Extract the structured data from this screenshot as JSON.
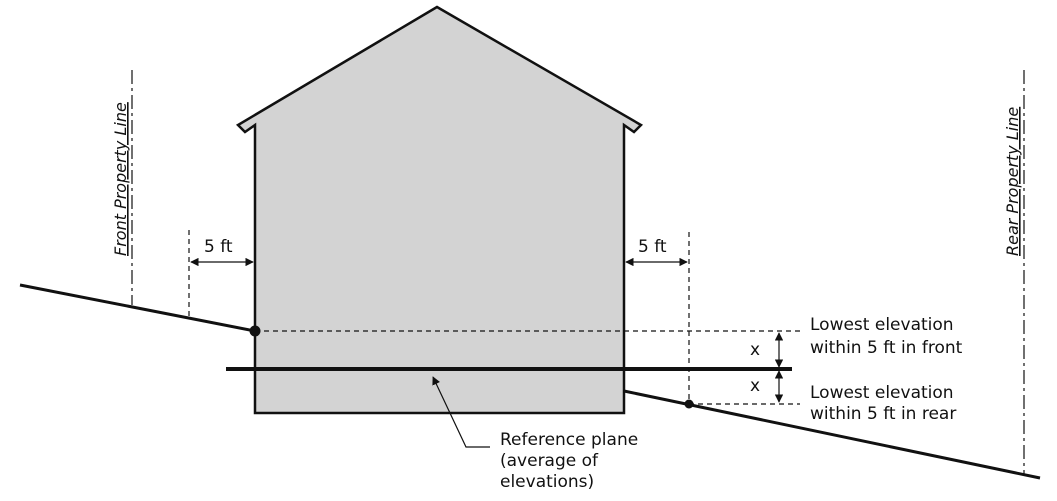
{
  "labels": {
    "front_property_line": "Front Property Line",
    "rear_property_line": "Rear Property Line",
    "front_offset": "5 ft",
    "rear_offset": "5 ft",
    "x_upper": "x",
    "x_lower": "x",
    "lowest_front_line1": "Lowest elevation",
    "lowest_front_line2": "within 5 ft in front",
    "lowest_rear_line1": "Lowest elevation",
    "lowest_rear_line2": "within 5 ft in rear",
    "reference_line1": "Reference plane",
    "reference_line2": "(average of",
    "reference_line3": "elevations)"
  },
  "colors": {
    "house_fill": "#d3d3d3",
    "line": "#111111"
  }
}
